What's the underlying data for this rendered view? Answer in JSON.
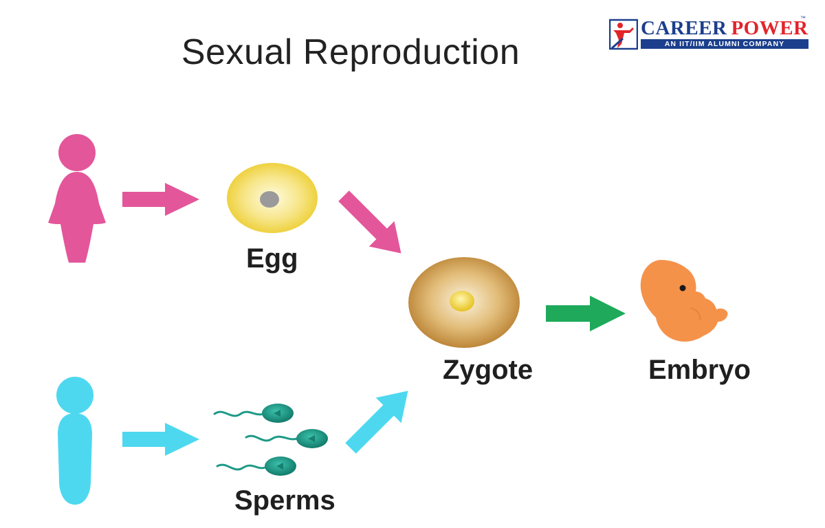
{
  "title": "Sexual Reproduction",
  "logo": {
    "brand_primary": "CAREER",
    "brand_secondary": "POWER",
    "trademark": "™",
    "tagline": "AN IIT/IIM ALUMNI COMPANY",
    "colors": {
      "primary": "#1b3f8c",
      "secondary": "#e2242b"
    }
  },
  "labels": {
    "egg": "Egg",
    "sperms": "Sperms",
    "zygote": "Zygote",
    "embryo": "Embryo"
  },
  "colors": {
    "female": "#e3569a",
    "male": "#4dd8f0",
    "egg_fill": "#f2d640",
    "egg_nucleus": "#9a9a9a",
    "sperm": "#1e9a86",
    "zygote_fill": "#cf9b45",
    "zygote_nucleus": "#f0d63a",
    "embryo": "#f5924a",
    "arrow_green": "#1eaa5a"
  },
  "icons": {
    "female": "female-figure-icon",
    "male": "male-figure-icon",
    "egg": "egg-cell-icon",
    "sperm": "sperm-cell-icon",
    "zygote": "zygote-cell-icon",
    "embryo": "embryo-icon"
  }
}
